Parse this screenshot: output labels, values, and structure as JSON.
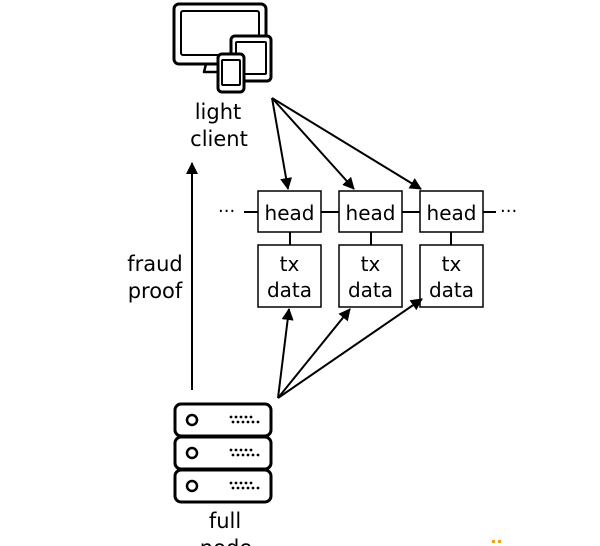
{
  "light_client": {
    "line1": "light",
    "line2": "client"
  },
  "full_node": {
    "line1": "full",
    "line2": "node"
  },
  "fraud_proof": {
    "line1": "fraud",
    "line2": "proof"
  },
  "chain": {
    "ellipsis_left": "···",
    "ellipsis_right": "···",
    "blocks": [
      {
        "head": "head",
        "tx1": "tx",
        "tx2": "data"
      },
      {
        "head": "head",
        "tx1": "tx",
        "tx2": "data"
      },
      {
        "head": "head",
        "tx1": "tx",
        "tx2": "data"
      }
    ]
  },
  "icons": {
    "top": "devices-icon",
    "bottom": "server-stack-icon"
  },
  "colors": {
    "stroke": "#000000",
    "background": "#ffffff",
    "watermark": "#e8a317"
  }
}
